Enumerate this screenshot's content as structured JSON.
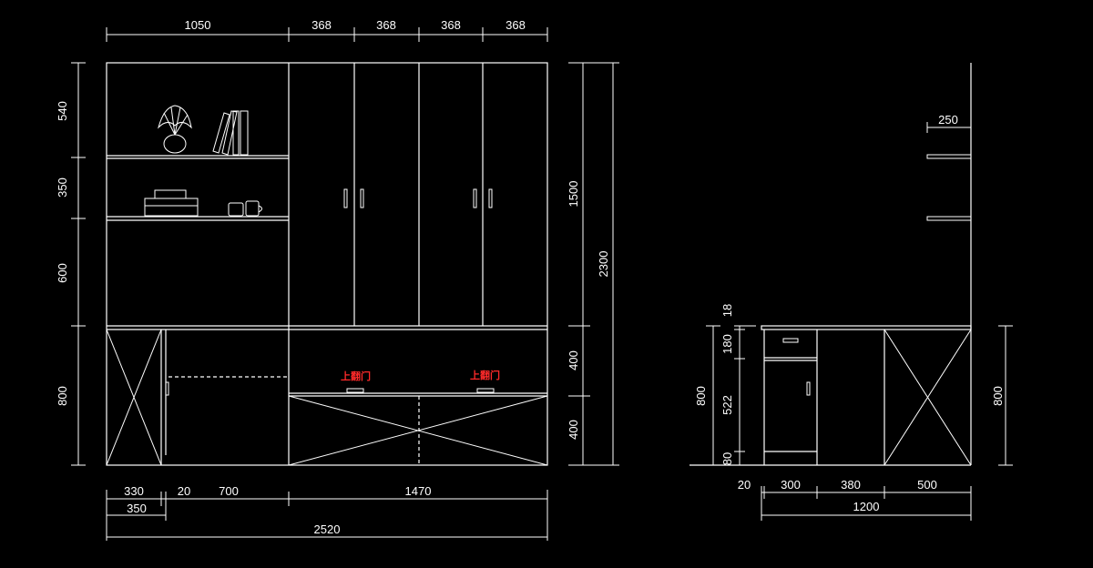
{
  "colors": {
    "background": "#000000",
    "line": "#ffffff",
    "annotation": "#ff2a2a"
  },
  "front_view": {
    "top_dims": [
      "1050",
      "368",
      "368",
      "368",
      "368"
    ],
    "left_dims": [
      "540",
      "350",
      "600",
      "800"
    ],
    "right_dims": [
      "1500",
      "2300",
      "400",
      "400"
    ],
    "bottom_row1": [
      "330",
      "20",
      "700",
      "1470"
    ],
    "bottom_350": "350",
    "bottom_total": "2520",
    "flip_door_labels": [
      "上翻门",
      "上翻门"
    ]
  },
  "side_view": {
    "top_dim": "250",
    "left_dims": [
      "18",
      "180",
      "800",
      "522",
      "80"
    ],
    "right_dim": "800",
    "bottom_row1": [
      "20",
      "300",
      "380",
      "500"
    ],
    "bottom_total": "1200"
  }
}
